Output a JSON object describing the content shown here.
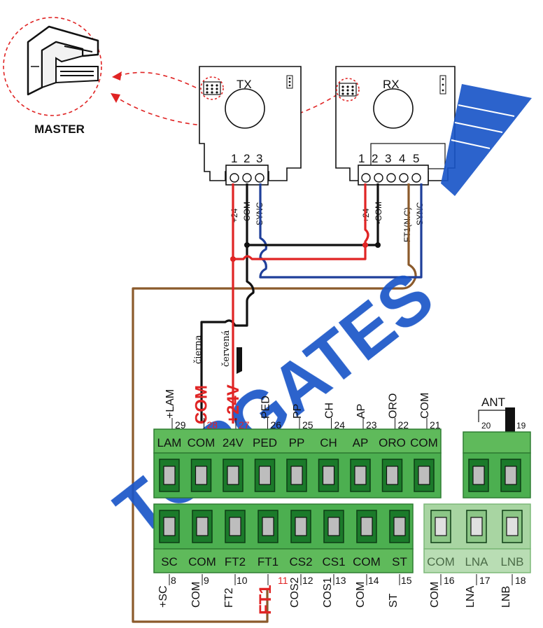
{
  "master": {
    "label": "MASTER"
  },
  "tx": {
    "title": "TX",
    "pins": [
      "1",
      "2",
      "3"
    ],
    "wires": [
      "+24",
      "-COM",
      "SYNC"
    ]
  },
  "rx": {
    "title": "RX",
    "pins": [
      "1",
      "2",
      "3",
      "4",
      "5"
    ],
    "wires": [
      "+24",
      "-COM",
      "FT1(N.C)",
      "SYNC"
    ]
  },
  "watermark": "TOPGATES",
  "wire_notes": {
    "black": "čierna",
    "red": "červená"
  },
  "top_labels": [
    {
      "name": "+LAM",
      "num": "29"
    },
    {
      "name": "COM",
      "num": "28"
    },
    {
      "name": "+24V",
      "num": "27"
    },
    {
      "name": "PED",
      "num": "26"
    },
    {
      "name": "PP",
      "num": "25"
    },
    {
      "name": "CH",
      "num": "24"
    },
    {
      "name": "AP",
      "num": "23"
    },
    {
      "name": "ORO",
      "num": "22"
    },
    {
      "name": "COM",
      "num": "21"
    }
  ],
  "top_row": [
    "LAM",
    "COM",
    "24V",
    "PED",
    "PP",
    "CH",
    "AP",
    "ORO",
    "COM"
  ],
  "ant": {
    "title": "ANT",
    "nums": [
      "20",
      "19"
    ]
  },
  "bottom_row": [
    "SC",
    "COM",
    "FT2",
    "FT1",
    "CS2",
    "CS1",
    "COM",
    "ST"
  ],
  "bottom_labels": [
    {
      "name": "+SC",
      "num": "8"
    },
    {
      "name": "COM",
      "num": "9"
    },
    {
      "name": "FT2",
      "num": "10"
    },
    {
      "name": "FT1",
      "num": "11"
    },
    {
      "name": "COS2",
      "num": "12"
    },
    {
      "name": "COS1",
      "num": "13"
    },
    {
      "name": "COM",
      "num": "14"
    },
    {
      "name": "ST",
      "num": "15"
    }
  ],
  "opt_row": [
    "COM",
    "LNA",
    "LNB"
  ],
  "opt_labels": [
    {
      "name": "COM",
      "num": "16"
    },
    {
      "name": "LNA",
      "num": "17"
    },
    {
      "name": "LNB",
      "num": "18"
    }
  ],
  "colors": {
    "green": "#5fba5b",
    "green_dark": "#2e7d32",
    "green_light": "#a8d5a2",
    "red": "#e02424",
    "blue": "#1f3f9a",
    "brown": "#8b5a2b",
    "watermark": "#1a56c8"
  }
}
